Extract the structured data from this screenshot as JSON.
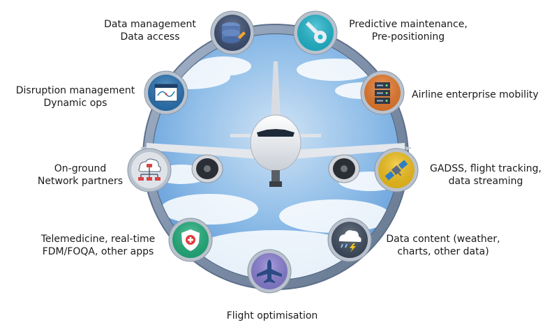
{
  "labels": {
    "data_management": [
      "Data management",
      "Data access"
    ],
    "predictive_maintenance": [
      "Predictive maintenance,",
      "Pre-positioning"
    ],
    "disruption_management": [
      "Disruption management",
      "Dynamic ops"
    ],
    "airline_mobility": [
      "Airline enterprise mobility"
    ],
    "on_ground": [
      "On-ground",
      "Network partners"
    ],
    "gadss": [
      "GADSS, flight tracking,",
      "data streaming"
    ],
    "telemedicine": [
      "Telemedicine, real-time",
      "FDM/FOQA, other apps"
    ],
    "data_content": [
      "Data content (weather,",
      "charts, other data)"
    ],
    "flight_optimisation": [
      "Flight optimisation"
    ]
  },
  "icons": {
    "data_management": {
      "name": "database-icon",
      "bg": "#3d4f73"
    },
    "predictive_maintenance": {
      "name": "wrench-icon",
      "bg": "#21b8cf"
    },
    "disruption_management": {
      "name": "dashboard-chart-icon",
      "bg": "#2a74b5"
    },
    "airline_mobility": {
      "name": "server-rack-icon",
      "bg": "#ea7b2d"
    },
    "on_ground": {
      "name": "cloud-network-icon",
      "bg": "#dfe3e8"
    },
    "gadss": {
      "name": "satellite-icon",
      "bg": "#f4c21b"
    },
    "telemedicine": {
      "name": "medical-shield-icon",
      "bg": "#22b07d"
    },
    "data_content": {
      "name": "storm-cloud-icon",
      "bg": "#3e4c5f"
    },
    "flight_optimisation": {
      "name": "airplane-icon",
      "bg": "#8a7fd4"
    }
  },
  "colors": {
    "ring": "#8b9bb3",
    "ring_edge": "#5d6f8a",
    "sky_top": "#5f9fdc",
    "sky_bottom": "#e9f3fb"
  }
}
